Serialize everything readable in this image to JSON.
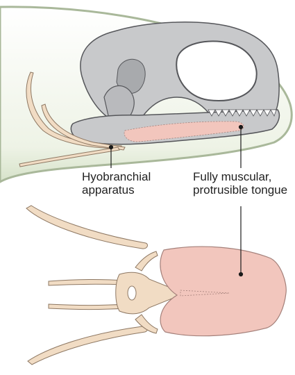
{
  "labels": {
    "hyobranchial": {
      "line1": "Hyobranchial",
      "line2": "apparatus"
    },
    "tongue": {
      "line1": "Fully muscular,",
      "line2": "protrusible tongue"
    }
  },
  "colors": {
    "skin": "#e3ecd9",
    "skin_outline": "#a9b89a",
    "skull": "#c8c9cb",
    "skull_dark": "#a3a5a8",
    "bone": "#f1dcc4",
    "bone_outline": "#8d7762",
    "tongue": "#f2c6bd",
    "tongue_outline": "#a4807a",
    "leader": "#1a1a1a"
  }
}
